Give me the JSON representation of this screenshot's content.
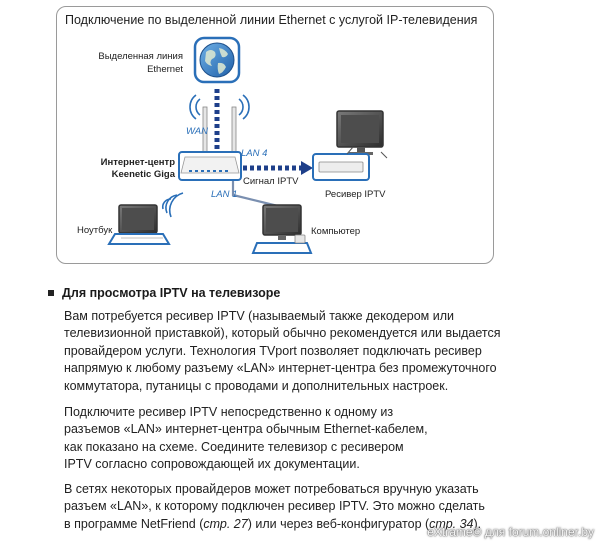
{
  "figure": {
    "title": "Подключение по выделенной линии Ethernet с услугой IP-телевидения",
    "labels": {
      "dedicated_line_1": "Выделенная линия",
      "dedicated_line_2": "Ethernet",
      "wan": "WAN",
      "router_1": "Интернет-центр",
      "router_2": "Keenetic Giga",
      "lan4": "LAN 4",
      "lan1": "LAN 1",
      "iptv_signal": "Сигнал IPTV",
      "receiver": "Ресивер IPTV",
      "laptop": "Ноутбук",
      "computer": "Компьютер"
    },
    "colors": {
      "accent": "#2a6fb8",
      "cable": "#1e3f8a"
    },
    "icons": [
      "globe-icon",
      "router-icon",
      "tv-icon",
      "receiver-icon",
      "laptop-icon",
      "computer-icon",
      "wifi-icon"
    ]
  },
  "section": {
    "heading": "Для просмотра IPTV на телевизоре",
    "p1": [
      "Вам потребуется ресивер IPTV (называемый также декодером или",
      "телевизионной приставкой), который обычно рекомендуется или выдается",
      "провайдером услуги. Технология TVport позволяет подключать ресивер",
      "напрямую к любому разъему «LAN» интернет-центра без промежуточного",
      "коммутатора, путаницы с проводами и дополнительных настроек."
    ],
    "p2": [
      "Подключите ресивер IPTV непосредственно к одному из",
      "разъемов «LAN» интернет-центра обычным Ethernet-кабелем,",
      "как показано на схеме. Соедините телевизор с ресивером",
      "IPTV согласно сопровождающей их документации."
    ],
    "p3": {
      "line1": "В сетях некоторых провайдеров может потребоваться вручную указать",
      "line2": "разъем «LAN», к которому подключен ресивер IPTV. Это можно сделать",
      "line3_a": "в программе NetFriend (",
      "line3_ref1": "стр. 27",
      "line3_b": ") или через веб-конфигуратор (",
      "line3_ref2": "стр. 34",
      "line3_c": ")."
    }
  },
  "watermark": "eXtrame© для forum.onliner.by"
}
